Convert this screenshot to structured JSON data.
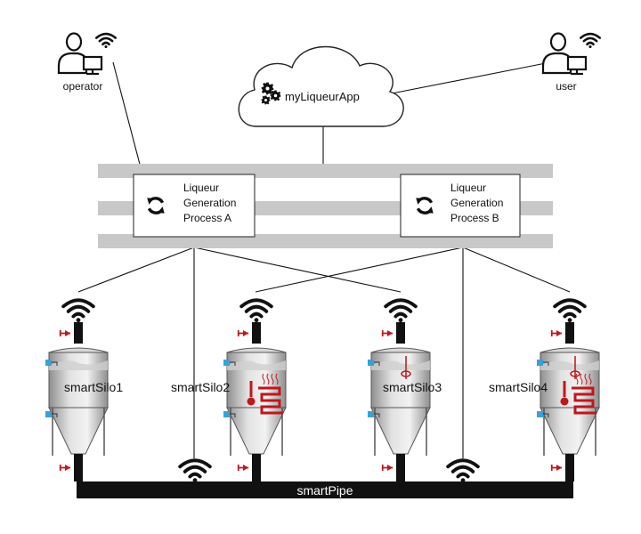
{
  "cloud": {
    "label": "myLiqueurApp",
    "icon": "gears-icon"
  },
  "actors": {
    "operator": {
      "label": "operator",
      "icon": "person-computer-icon"
    },
    "user": {
      "label": "user",
      "icon": "person-computer-icon"
    }
  },
  "processes": {
    "a": {
      "line1": "Liqueur",
      "line2": "Generation",
      "line3": "Process A",
      "icon": "refresh-icon"
    },
    "b": {
      "line1": "Liqueur",
      "line2": "Generation",
      "line3": "Process B",
      "icon": "refresh-icon"
    }
  },
  "silos": [
    {
      "label": "smartSilo1",
      "features": []
    },
    {
      "label": "smartSilo2",
      "features": [
        "thermometer",
        "heater-coil"
      ]
    },
    {
      "label": "smartSilo3",
      "features": [
        "stirrer"
      ]
    },
    {
      "label": "smartSilo4",
      "features": [
        "stirrer",
        "thermometer",
        "heater-coil"
      ]
    }
  ],
  "pipe": {
    "label": "smartPipe"
  },
  "colors": {
    "bus": "#c8c8c8",
    "silo_body": "#e6e6e6",
    "silo_shade": "#9a9a9a",
    "pipe": "#111111",
    "accent_red": "#c0161c",
    "sensor_blue": "#3aa0d8"
  }
}
